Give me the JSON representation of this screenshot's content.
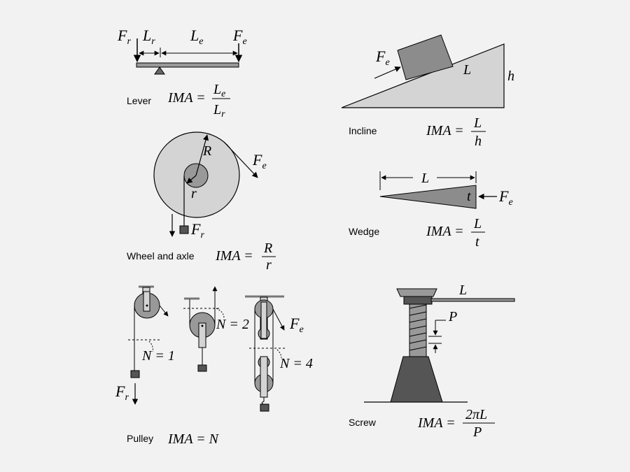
{
  "lever": {
    "label": "Lever",
    "force_resistance": "F",
    "force_resistance_sub": "r",
    "length_resistance": "L",
    "length_resistance_sub": "r",
    "length_effort": "L",
    "length_effort_sub": "e",
    "force_effort": "F",
    "force_effort_sub": "e",
    "formula_lhs": "IMA =",
    "formula_num": "L",
    "formula_num_sub": "e",
    "formula_den": "L",
    "formula_den_sub": "r"
  },
  "wheel": {
    "label": "Wheel and axle",
    "radius_large": "R",
    "radius_small": "r",
    "force_effort": "F",
    "force_effort_sub": "e",
    "force_resistance": "F",
    "force_resistance_sub": "r",
    "formula_lhs": "IMA =",
    "formula_num": "R",
    "formula_den": "r"
  },
  "pulley": {
    "label": "Pulley",
    "n1": "N = 1",
    "n2": "N = 2",
    "n4": "N = 4",
    "force_effort": "F",
    "force_effort_sub": "e",
    "force_resistance": "F",
    "force_resistance_sub": "r",
    "formula": "IMA = N"
  },
  "incline": {
    "label": "Incline",
    "force_effort": "F",
    "force_effort_sub": "e",
    "length": "L",
    "height": "h",
    "formula_lhs": "IMA =",
    "formula_num": "L",
    "formula_den": "h"
  },
  "wedge": {
    "label": "Wedge",
    "length": "L",
    "thickness": "t",
    "force_effort": "F",
    "force_effort_sub": "e",
    "formula_lhs": "IMA =",
    "formula_num": "L",
    "formula_den": "t"
  },
  "screw": {
    "label": "Screw",
    "lever_length": "L",
    "pitch": "P",
    "formula_lhs": "IMA =",
    "formula_num": "2πL",
    "formula_den": "P"
  }
}
